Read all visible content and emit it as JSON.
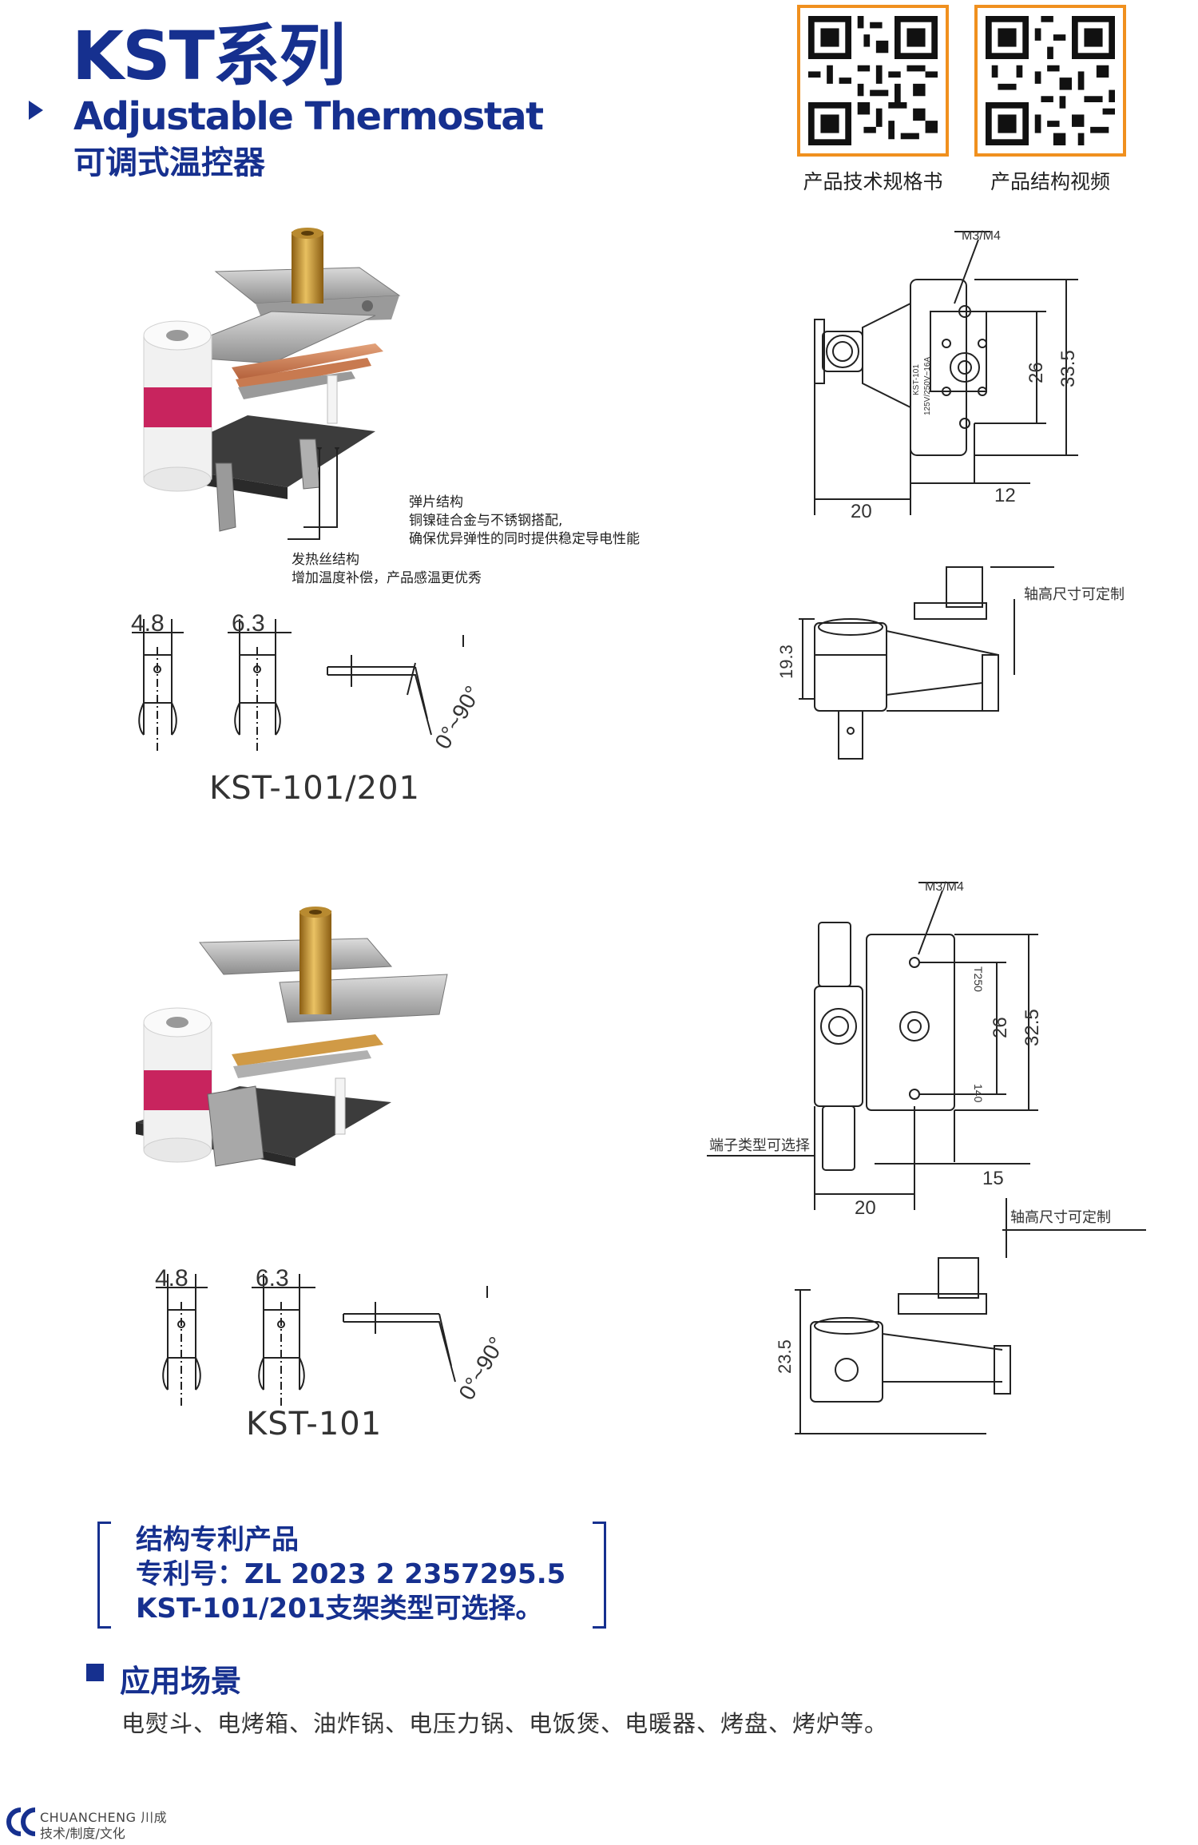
{
  "header": {
    "title_main": "KST系列",
    "title_en": "Adjustable Thermostat",
    "title_cn": "可调式温控器"
  },
  "qr": [
    {
      "label": "产品技术规格书"
    },
    {
      "label": "产品结构视频"
    }
  ],
  "product1": {
    "callout_spring_title": "弹片结构",
    "callout_spring_line1": "铜镍硅合金与不锈钢搭配,",
    "callout_spring_line2": "确保优异弹性的同时提供稳定导电性能",
    "callout_heat_title": "发热丝结构",
    "callout_heat_line1": "增加温度补偿，产品感温更优秀",
    "term_w1": "4.8",
    "term_w2": "6.3",
    "bend_angle": "0°~90°",
    "model": "KST-101/201",
    "top_view": {
      "screw": "M3/M4",
      "dim_26": "26",
      "dim_335": "33.5",
      "dim_20": "20",
      "dim_12": "12",
      "label_line1": "KST-101",
      "label_line2": "125V/250V~16A"
    },
    "side_view": {
      "shaft_note": "轴高尺寸可定制",
      "height": "19.3"
    }
  },
  "product2": {
    "term_w1": "4.8",
    "term_w2": "6.3",
    "bend_angle": "0°~90°",
    "model": "KST-101",
    "top_view": {
      "screw": "M3/M4",
      "dim_26": "26",
      "dim_325": "32.5",
      "dim_20": "20",
      "dim_15": "15",
      "terminal_note": "端子类型可选择",
      "mark_t250": "T250",
      "mark_140": "140"
    },
    "side_view": {
      "shaft_note": "轴高尺寸可定制",
      "height": "23.5"
    }
  },
  "patent": {
    "line1": "结构专利产品",
    "line2": "专利号：ZL 2023 2 2357295.5",
    "line3": "KST-101/201支架类型可选择。"
  },
  "application": {
    "title": "应用场景",
    "body": "电熨斗、电烤箱、油炸锅、电压力锅、电饭煲、电暖器、烤盘、烤炉等。"
  },
  "footer": {
    "brand": "CHUANCHENG 川成",
    "tagline": "技术/制度/文化"
  },
  "colors": {
    "brand_blue": "#16308f",
    "qr_border": "#f0901e",
    "copper": "#c8744a",
    "brass": "#c89a3a",
    "pink": "#c8245e"
  }
}
